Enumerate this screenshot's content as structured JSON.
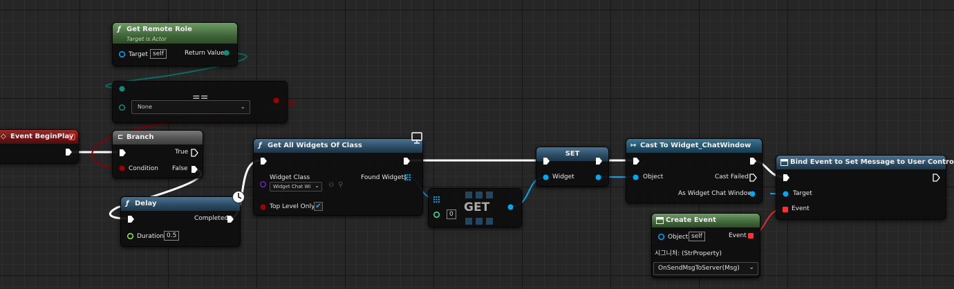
{
  "nodes": {
    "get_remote_role": {
      "title": "Get Remote Role",
      "subtitle": "Target is Actor",
      "target_label": "Target",
      "target_value": "self",
      "return_label": "Return Value"
    },
    "equal": {
      "title": "==",
      "dropdown_value": "None"
    },
    "event_begin_play": {
      "title": "Event BeginPlay"
    },
    "branch": {
      "title": "Branch",
      "true_label": "True",
      "condition_label": "Condition",
      "false_label": "False"
    },
    "delay": {
      "title": "Delay",
      "completed_label": "Completed",
      "duration_label": "Duration",
      "duration_value": "0.5"
    },
    "get_all_widgets": {
      "title": "Get All Widgets Of Class",
      "widget_class_label": "Widget Class",
      "widget_class_value": "Widget Chat Wi",
      "found_widgets_label": "Found Widgets",
      "top_level_label": "Top Level Only"
    },
    "get": {
      "title": "GET",
      "index_value": "0"
    },
    "set": {
      "title": "SET",
      "widget_label": "Widget"
    },
    "cast": {
      "title": "Cast To Widget_ChatWindow",
      "object_label": "Object",
      "cast_failed_label": "Cast Failed",
      "as_label": "As Widget Chat Window"
    },
    "bind_event": {
      "title": "Bind Event to Set Message to User Controller",
      "target_label": "Target",
      "event_label": "Event"
    },
    "create_event": {
      "title": "Create Event",
      "object_label": "Object",
      "object_value": "self",
      "event_label": "Event",
      "signature_label": "시그니처: (StrProperty)",
      "function_value": "OnSendMsgToServer(Msg)"
    }
  },
  "icons": [
    "function-icon",
    "event-diamond-icon",
    "branch-icon",
    "clock-icon",
    "network-monitor-icon",
    "cast-arrow-icon",
    "dropdown-chevron-icon",
    "browse-icon",
    "search-icon",
    "checkbox-icon"
  ],
  "colors": {
    "exec": "#ffffff",
    "object_wire": "#00a8f0",
    "bool_wire": "#a00000",
    "enum_wire": "#0a6d65",
    "event_wire": "#e03030",
    "float_pin": "#a0ff58",
    "int_pin": "#2ee8a0",
    "class_pin": "#5a1aa8"
  }
}
